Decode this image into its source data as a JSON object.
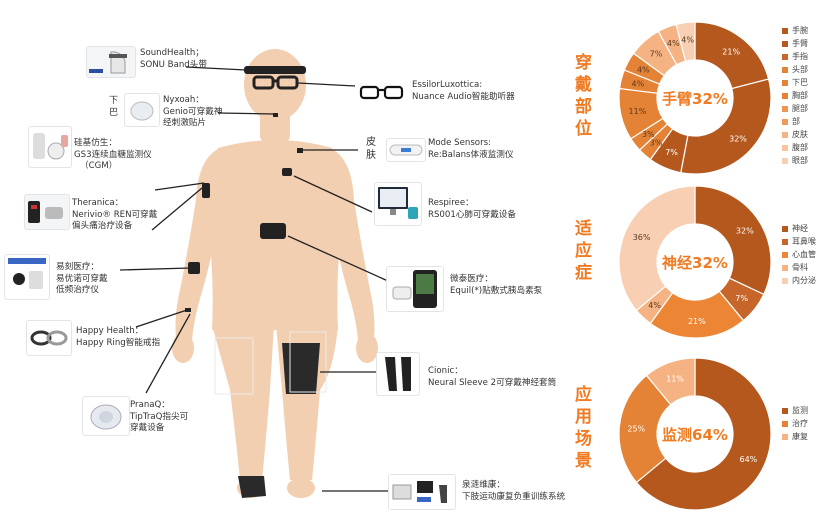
{
  "colors": {
    "skin": "#f3cfb2",
    "accent": "#f07b22",
    "c_dark": "#b4581e",
    "c_mid": "#e48235",
    "c_light": "#f5b383",
    "c_pale": "#f8cfb3",
    "center_text": "#f07b22"
  },
  "devices": [
    {
      "brand": "SoundHealth；",
      "product": "SONU Band头带"
    },
    {
      "brand": "Nyxoah：",
      "product": "Genio可穿戴神",
      "product2": "经刺激贴片",
      "side_tag": "下\n巴"
    },
    {
      "brand": "EssilorLuxottica:",
      "product": "Nuance Audio智能助听器"
    },
    {
      "brand": "硅基仿生：",
      "product": "GS3连续血糖监测仪",
      "product2": "（CGM）"
    },
    {
      "brand": "Mode Sensors:",
      "product": "Re:Balans体液监测仪",
      "side_tag": "皮\n肤"
    },
    {
      "brand": "Theranica：",
      "product": "Nerivio® REN可穿戴",
      "product2": "偏头痛治疗设备"
    },
    {
      "brand": "Respiree：",
      "product": "RS001心肺可穿戴设备"
    },
    {
      "brand": "易刻医疗：",
      "product": "易优诺可穿戴",
      "product2": "低频治疗仪"
    },
    {
      "brand": "微泰医疗：",
      "product": "Equil(*)贴敷式胰岛素泵"
    },
    {
      "brand": "Happy Health：",
      "product": "Happy Ring智能戒指"
    },
    {
      "brand": "Cionic：",
      "product": "Neural Sleeve 2可穿戴神经套筒"
    },
    {
      "brand": "PranaQ：",
      "product": "TipTraQ指尖可",
      "product2": "穿戴设备"
    },
    {
      "brand": "泉涟维康：",
      "product": "下肢运动康复负重训练系统"
    }
  ],
  "chart_data": [
    {
      "type": "pie",
      "title": "穿戴部位",
      "center_label": "手臂32%",
      "categories": [
        "手腕",
        "手臂",
        "手指",
        "头部",
        "下巴",
        "胸部",
        "腿部",
        "部",
        "皮肤",
        "腹部",
        "眼部"
      ],
      "values": [
        21,
        32,
        7,
        3,
        3,
        11,
        4,
        4,
        7,
        4,
        4
      ],
      "labels": [
        "21%",
        "32%",
        "7%",
        "3%",
        "3%",
        "11%",
        "4%",
        "4%",
        "7%",
        "4%",
        "4%"
      ],
      "colors": [
        "#b4581e",
        "#b4581e",
        "#b4581e",
        "#e48235",
        "#e48235",
        "#e48235",
        "#e48235",
        "#e48235",
        "#f5b383",
        "#f5b383",
        "#f8cfb3"
      ],
      "legend": [
        "手腕",
        "手臂",
        "手指",
        "头部",
        "下巴",
        "胸部",
        "腿部",
        "部",
        "皮肤",
        "腹部",
        "眼部"
      ],
      "legend_colors": [
        "#b4581e",
        "#b4581e",
        "#c7662a",
        "#e48235",
        "#e48235",
        "#e48235",
        "#ec9652",
        "#ee9a5c",
        "#f5b383",
        "#f7c49d",
        "#f8cfb3"
      ]
    },
    {
      "type": "pie",
      "title": "适应症",
      "center_label": "神经32%",
      "categories": [
        "神经",
        "耳鼻喉",
        "心血管",
        "骨科",
        "内分泌"
      ],
      "values": [
        32,
        7,
        21,
        4,
        36
      ],
      "labels": [
        "32%",
        "7%",
        "21%",
        "4%",
        "36%"
      ],
      "colors": [
        "#b4581e",
        "#c7662a",
        "#ec8635",
        "#f5b383",
        "#f8cfb3"
      ],
      "legend": [
        "神经",
        "耳鼻喉",
        "心血管",
        "骨科",
        "内分泌"
      ],
      "legend_colors": [
        "#b4581e",
        "#c7662a",
        "#ec8635",
        "#f5b383",
        "#f8cfb3"
      ]
    },
    {
      "type": "pie",
      "title": "应用场景",
      "center_label": "监测64%",
      "categories": [
        "监测",
        "治疗",
        "康复"
      ],
      "values": [
        64,
        25,
        11
      ],
      "labels": [
        "64%",
        "25%",
        "11%"
      ],
      "colors": [
        "#b4581e",
        "#e48235",
        "#f5b383"
      ],
      "legend": [
        "监测",
        "治疗",
        "康复"
      ],
      "legend_colors": [
        "#b4581e",
        "#e48235",
        "#f5b383"
      ]
    }
  ]
}
